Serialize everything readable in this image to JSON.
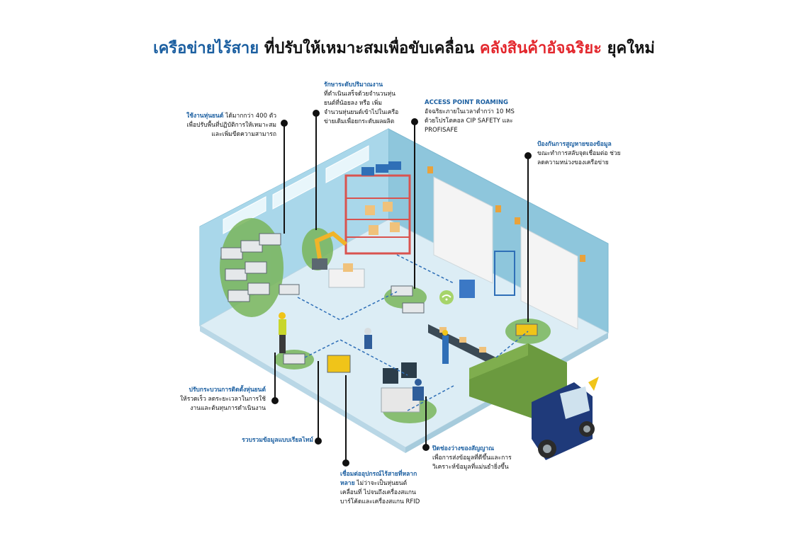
{
  "title": {
    "part1": "เครือข่ายไร้สาย",
    "part2": " ที่ปรับให้เหมาะสมเพื่อขับเคลื่อน ",
    "part3": "คลังสินค้าอัจฉริยะ",
    "part4": " ยุคใหม่"
  },
  "callouts": {
    "robots": {
      "highlight": "ใช้งานหุ่นยนต์",
      "text1": " ได้มากกว่า 400 ตัว",
      "text2": "เพื่อปรับพื้นที่ปฏิบัติการให้เหมาะสม",
      "text3": "และเพิ่มขีดความสามารถ"
    },
    "throughput": {
      "highlight": "รักษาระดับปริมาณงาน",
      "text1": "ที่ดำเนินเสร็จด้วยจำนวนหุ่น",
      "text2": "ยนต์ที่น้อยลง หรือ เพิ่ม",
      "text3": "จำนวนหุ่นยนต์เข้าไปในเครือ",
      "text4": "ข่ายเดิมเพื่อยกระดับผลผลิต"
    },
    "roaming": {
      "highlight": "ACCESS POINT ROAMING",
      "text1": "อัจฉริยะภายในเวลาต่ำกว่า 10 MS",
      "text2": "ด้วยโปรโตคอล CIP SAFETY และ",
      "text3": "PROFISAFE"
    },
    "dataloss": {
      "highlight": "ป้องกันการสูญหายของข้อมูล",
      "text1": "ขณะทำการสลับจุดเชื่อมต่อ ช่วย",
      "text2": "ลดความหน่วงของเครือข่าย"
    },
    "install": {
      "highlight": "ปรับกระบวนการติดตั้งหุ่นยนต์",
      "text1": "ให้รวดเร็ว ลดระยะเวลาในการใช้",
      "text2": "งานและต้นทุนการดำเนินงาน"
    },
    "realtime": {
      "highlight": "รวบรวมข้อมูลแบบเรียลไทม์"
    },
    "devices": {
      "highlight1": "เชื่อมต่ออุปกรณ์ไร้สายที่หลาก",
      "highlight2": "หลาย",
      "text1": " ไม่ว่าจะเป็นหุ่นยนต์",
      "text2": "เคลื่อนที่ ไปจนถึงเครื่องสแกน",
      "text3": "บาร์โค้ดและเครื่องสแกน RFID"
    },
    "gaps": {
      "highlight": "ปิดช่องว่างของสัญญาณ",
      "text1": "เพื่อการส่งข้อมูลที่ดีขึ้นและการ",
      "text2": "วิเคราะห์ข้อมูลที่แม่นยำยิ่งขึ้น"
    }
  },
  "colors": {
    "brand_blue": "#1a5ea0",
    "accent_red": "#e3262c",
    "wall": "#8fc9e0",
    "floor": "#dbeef6",
    "zone_green": "#7ab85a",
    "truck_green": "#5f8f3a"
  },
  "icons": [
    "robot-icon",
    "robotic-arm-icon",
    "shelving-icon",
    "truck-icon",
    "worker-icon",
    "wifi-icon",
    "agv-icon",
    "computer-workstation-icon",
    "conveyor-icon",
    "garage-door-icon"
  ]
}
